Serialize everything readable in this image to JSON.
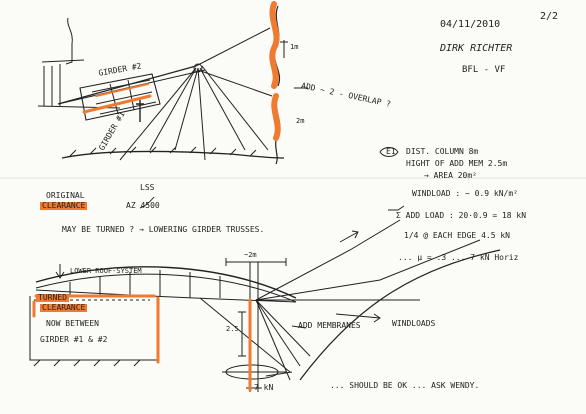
{
  "header": {
    "date": "04/11/2010",
    "page": "2/2",
    "author": "DIRK RICHTER",
    "ref": "BFL - VF"
  },
  "top_sketch": {
    "girder2": "GIRDER #2",
    "girder1": "GIRDER #1",
    "note_overlap": "ADD ~ 2 - OVERLAP ?",
    "dim_top": "1m",
    "dim_lower": "2m"
  },
  "calc": {
    "marker": "E1",
    "lines": [
      "DIST. COLUMN  8m",
      "HIGHT OF ADD MEM 2.5m",
      "→ AREA  20m²",
      "WINDLOAD : ~ 0.9 kN/m²",
      "Σ ADD LOAD : 20·0.9 = 18 kN",
      "1/4 @ EACH EDGE   4.5 kN",
      "... μ = .3      ... 7 kN Horiz"
    ]
  },
  "mid_notes": {
    "lss": "LSS",
    "original": "ORIGINAL",
    "clearance": "CLEARANCE",
    "clearance_value": "AZ 4500",
    "turned_q": "MAY BE TURNED ?  →  LOWERING GIRDER TRUSSES."
  },
  "bottom_sketch": {
    "roof_label": "LOWER ROOF-SYSTEM",
    "turned": "TURNED",
    "clearance": "CLEARANCE",
    "now_between": "NOW BETWEEN",
    "girders": "GIRDER #1 & #2",
    "dim_2m": "~2m",
    "dim_25": "2.5",
    "add_membranes": "ADD MEMBRANES",
    "windloads": "WINDLOADS",
    "horizontal": "7 kN",
    "should_be": "... SHOULD BE OK  ...  ASK WENDY."
  },
  "colors": {
    "ink": "#222222",
    "highlight": "#f07a2f",
    "paper": "#fbfbf7"
  }
}
